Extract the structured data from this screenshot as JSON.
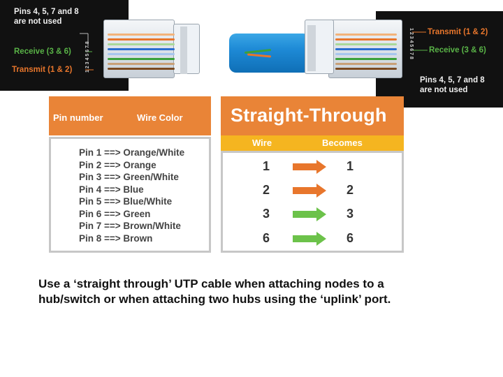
{
  "photo": {
    "left": {
      "not_used_line1": "Pins 4, 5, 7 and 8",
      "not_used_line2": "are not used",
      "receive": "Receive (3 & 6)",
      "transmit": "Transmit (1 & 2)",
      "pin_numbers": "1 2 3 4 5 6 7 8"
    },
    "right": {
      "transmit": "Transmit (1 & 2)",
      "receive": "Receive (3 & 6)",
      "not_used_line1": "Pins 4, 5, 7 and 8",
      "not_used_line2": "are not used",
      "pin_numbers": "1 2 3 4 5 6 7 8"
    }
  },
  "pin_table": {
    "col_pin": "Pin number",
    "col_color": "Wire Color",
    "rows": [
      "Pin 1 ==> Orange/White",
      "Pin 2 ==> Orange",
      "Pin 3 ==> Green/White",
      "Pin 4 ==> Blue",
      "Pin 5 ==> Blue/White",
      "Pin 6 ==> Green",
      "Pin 7 ==> Brown/White",
      "Pin 8 ==> Brown"
    ]
  },
  "straight_through": {
    "title": "Straight-Through",
    "col_wire": "Wire",
    "col_becomes": "Becomes",
    "rows": [
      {
        "wire": "1",
        "becomes": "1",
        "arrow_color": "#e8762c"
      },
      {
        "wire": "2",
        "becomes": "2",
        "arrow_color": "#e8762c"
      },
      {
        "wire": "3",
        "becomes": "3",
        "arrow_color": "#6cc24a"
      },
      {
        "wire": "6",
        "becomes": "6",
        "arrow_color": "#6cc24a"
      }
    ]
  },
  "caption": {
    "line1": "Use a ‘straight through’ UTP cable when attaching nodes to a",
    "line2": "hub/switch or when attaching two hubs using the ‘uplink’ port."
  },
  "colors": {
    "orange": "#e98437",
    "yellow": "#f5b520",
    "green_label": "#59b347",
    "cable_blue": "#1e8ad6"
  }
}
